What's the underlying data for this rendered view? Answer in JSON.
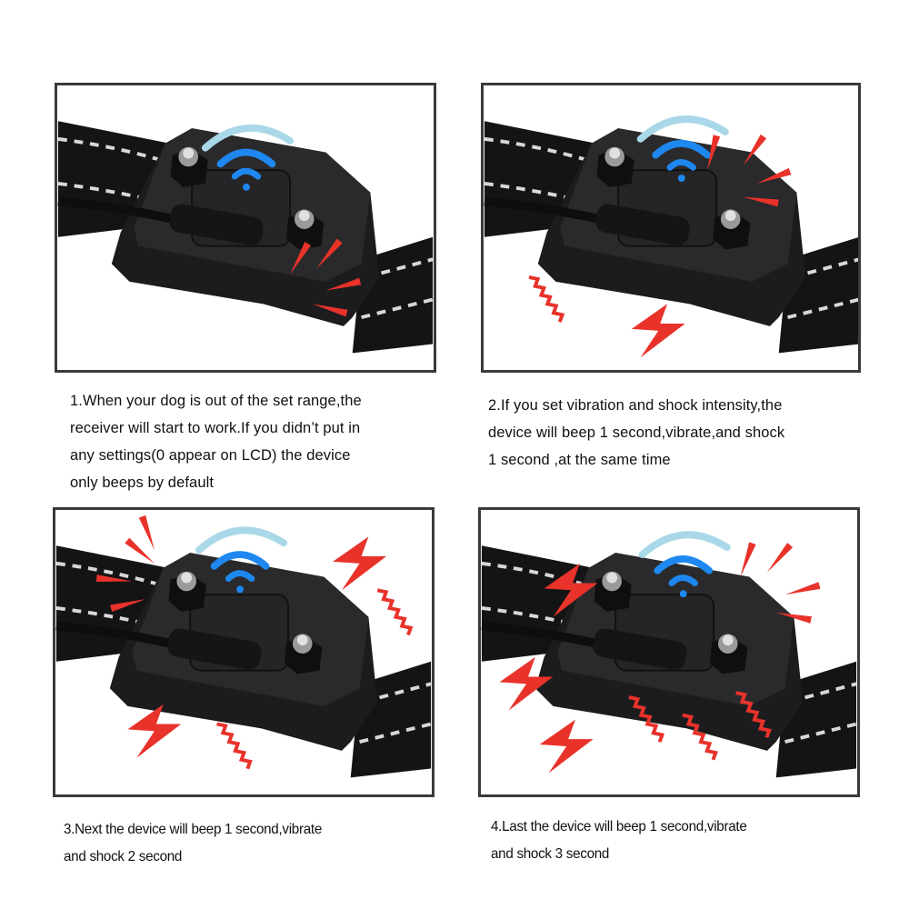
{
  "panels": [
    {
      "id": 1,
      "image_label": "Collar receiver beeping",
      "effects": [
        "signal-waves",
        "beep-rays"
      ],
      "caption_lines": [
        "1.When your dog is out of the set range,the",
        "receiver will start to work.If you didn’t put in",
        "any settings(0 appear on LCD) the device",
        "only beeps by default"
      ]
    },
    {
      "id": 2,
      "image_label": "Collar receiver beep, vibrate and shock 1 second",
      "effects": [
        "signal-waves",
        "beep-rays",
        "vibration-zigzag",
        "shock-bolt"
      ],
      "caption_lines": [
        "2.If you set vibration and shock intensity,the",
        "device will beep 1 second,vibrate,and shock",
        "1 second ,at the same time"
      ]
    },
    {
      "id": 3,
      "image_label": "Collar receiver beep, vibrate and shock 2 second",
      "effects": [
        "signal-waves",
        "beep-rays",
        "vibration-zigzag",
        "vibration-zigzag",
        "shock-bolt",
        "shock-bolt"
      ],
      "caption_lines": [
        "3.Next the device will beep 1 second,vibrate",
        "and shock 2 second"
      ]
    },
    {
      "id": 4,
      "image_label": "Collar receiver beep, vibrate and shock 3 second",
      "effects": [
        "signal-waves",
        "beep-rays",
        "vibration-zigzag",
        "vibration-zigzag",
        "vibration-zigzag",
        "shock-bolt",
        "shock-bolt",
        "shock-bolt"
      ],
      "caption_lines": [
        "4.Last  the device will beep 1 second,vibrate",
        "and shock 3 second"
      ]
    }
  ],
  "colors": {
    "border": "#3a3a3a",
    "device": "#1c1c1e",
    "device_top": "#2a2a2c",
    "strap": "#141414",
    "strap_stitch": "#d8d8d8",
    "signal_light": "#a9d8e8",
    "signal_blue": "#1e88f0",
    "alert_red": "#e8322a"
  }
}
